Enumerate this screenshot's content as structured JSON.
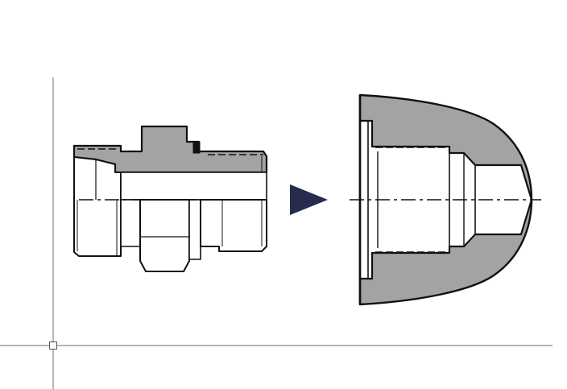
{
  "diagram": {
    "colors": {
      "background": "#ffffff",
      "outline": "#111111",
      "section_fill": "#a3a3a3",
      "part_fill": "#ffffff",
      "arrow_fill": "#272c4f",
      "reference_lines": "#6e6e6e"
    },
    "parts": [
      {
        "id": "fitting",
        "view": "side-view-partial-section"
      },
      {
        "id": "protective-cap",
        "view": "full-section"
      }
    ],
    "arrow": {
      "direction": "right"
    }
  }
}
